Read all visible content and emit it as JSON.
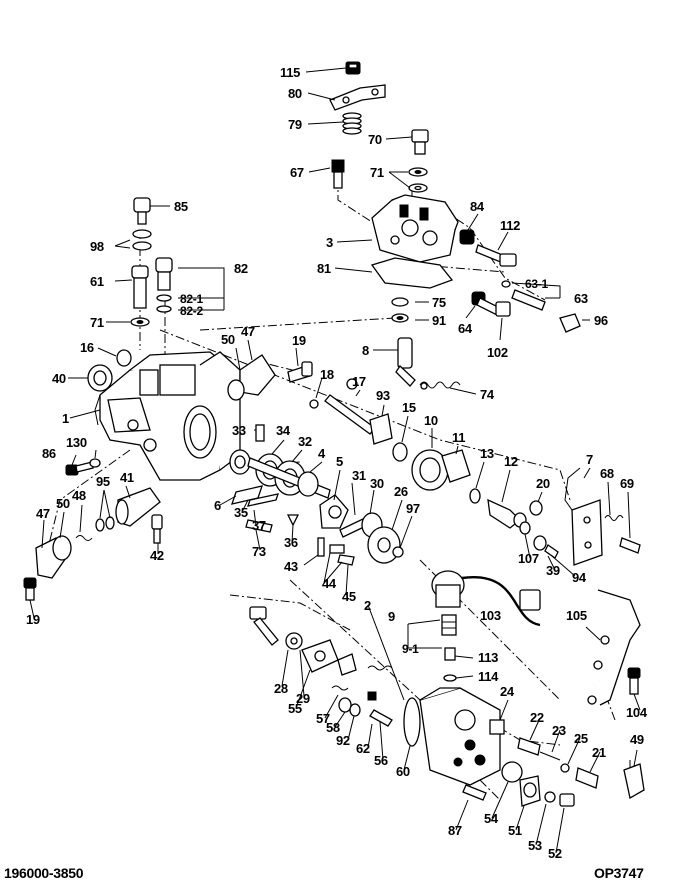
{
  "diagram": {
    "part_number": "196000-3850",
    "drawing_code": "OP3747",
    "callouts": [
      {
        "id": "c115",
        "label": "115"
      },
      {
        "id": "c80",
        "label": "80"
      },
      {
        "id": "c79",
        "label": "79"
      },
      {
        "id": "c70",
        "label": "70"
      },
      {
        "id": "c67",
        "label": "67"
      },
      {
        "id": "c71a",
        "label": "71"
      },
      {
        "id": "c84",
        "label": "84"
      },
      {
        "id": "c112",
        "label": "112"
      },
      {
        "id": "c3",
        "label": "3"
      },
      {
        "id": "c81",
        "label": "81"
      },
      {
        "id": "c63-1",
        "label": "63-1"
      },
      {
        "id": "c63",
        "label": "63"
      },
      {
        "id": "c75",
        "label": "75"
      },
      {
        "id": "c91",
        "label": "91"
      },
      {
        "id": "c64",
        "label": "64"
      },
      {
        "id": "c96",
        "label": "96"
      },
      {
        "id": "c102",
        "label": "102"
      },
      {
        "id": "c85",
        "label": "85"
      },
      {
        "id": "c98",
        "label": "98"
      },
      {
        "id": "c61",
        "label": "61"
      },
      {
        "id": "c82",
        "label": "82"
      },
      {
        "id": "c82-1",
        "label": "82-1"
      },
      {
        "id": "c82-2",
        "label": "82-2"
      },
      {
        "id": "c71b",
        "label": "71"
      },
      {
        "id": "c16",
        "label": "16"
      },
      {
        "id": "c50a",
        "label": "50"
      },
      {
        "id": "c47a",
        "label": "47"
      },
      {
        "id": "c19a",
        "label": "19"
      },
      {
        "id": "c8",
        "label": "8"
      },
      {
        "id": "c40",
        "label": "40"
      },
      {
        "id": "c18",
        "label": "18"
      },
      {
        "id": "c17",
        "label": "17"
      },
      {
        "id": "c74",
        "label": "74"
      },
      {
        "id": "c1",
        "label": "1"
      },
      {
        "id": "c93",
        "label": "93"
      },
      {
        "id": "c15",
        "label": "15"
      },
      {
        "id": "c10",
        "label": "10"
      },
      {
        "id": "c11",
        "label": "11"
      },
      {
        "id": "c33",
        "label": "33"
      },
      {
        "id": "c34",
        "label": "34"
      },
      {
        "id": "c130",
        "label": "130"
      },
      {
        "id": "c32",
        "label": "32"
      },
      {
        "id": "c86",
        "label": "86"
      },
      {
        "id": "c4",
        "label": "4"
      },
      {
        "id": "c5",
        "label": "5"
      },
      {
        "id": "c13",
        "label": "13"
      },
      {
        "id": "c7",
        "label": "7"
      },
      {
        "id": "c12",
        "label": "12"
      },
      {
        "id": "c68",
        "label": "68"
      },
      {
        "id": "c69",
        "label": "69"
      },
      {
        "id": "c41",
        "label": "41"
      },
      {
        "id": "c31",
        "label": "31"
      },
      {
        "id": "c20",
        "label": "20"
      },
      {
        "id": "c48",
        "label": "48"
      },
      {
        "id": "c95",
        "label": "95"
      },
      {
        "id": "c30",
        "label": "30"
      },
      {
        "id": "c26",
        "label": "26"
      },
      {
        "id": "c6",
        "label": "6"
      },
      {
        "id": "c97",
        "label": "97"
      },
      {
        "id": "c47b",
        "label": "47"
      },
      {
        "id": "c50b",
        "label": "50"
      },
      {
        "id": "c35",
        "label": "35"
      },
      {
        "id": "c37",
        "label": "37"
      },
      {
        "id": "c36",
        "label": "36"
      },
      {
        "id": "c107",
        "label": "107"
      },
      {
        "id": "c73",
        "label": "73"
      },
      {
        "id": "c39",
        "label": "39"
      },
      {
        "id": "c94",
        "label": "94"
      },
      {
        "id": "c42",
        "label": "42"
      },
      {
        "id": "c43",
        "label": "43"
      },
      {
        "id": "c44",
        "label": "44"
      },
      {
        "id": "c45",
        "label": "45"
      },
      {
        "id": "c19b",
        "label": "19"
      },
      {
        "id": "c2",
        "label": "2"
      },
      {
        "id": "c9",
        "label": "9"
      },
      {
        "id": "c105",
        "label": "105"
      },
      {
        "id": "c9-1",
        "label": "9-1"
      },
      {
        "id": "c103",
        "label": "103"
      },
      {
        "id": "c113",
        "label": "113"
      },
      {
        "id": "c28",
        "label": "28"
      },
      {
        "id": "c114",
        "label": "114"
      },
      {
        "id": "c29",
        "label": "29"
      },
      {
        "id": "c24",
        "label": "24"
      },
      {
        "id": "c55",
        "label": "55"
      },
      {
        "id": "c57",
        "label": "57"
      },
      {
        "id": "c104",
        "label": "104"
      },
      {
        "id": "c58",
        "label": "58"
      },
      {
        "id": "c22",
        "label": "22"
      },
      {
        "id": "c23",
        "label": "23"
      },
      {
        "id": "c92",
        "label": "92"
      },
      {
        "id": "c62",
        "label": "62"
      },
      {
        "id": "c25",
        "label": "25"
      },
      {
        "id": "c49",
        "label": "49"
      },
      {
        "id": "c56",
        "label": "56"
      },
      {
        "id": "c21",
        "label": "21"
      },
      {
        "id": "c60",
        "label": "60"
      },
      {
        "id": "c54",
        "label": "54"
      },
      {
        "id": "c51",
        "label": "51"
      },
      {
        "id": "c87",
        "label": "87"
      },
      {
        "id": "c53",
        "label": "53"
      },
      {
        "id": "c52",
        "label": "52"
      }
    ]
  }
}
